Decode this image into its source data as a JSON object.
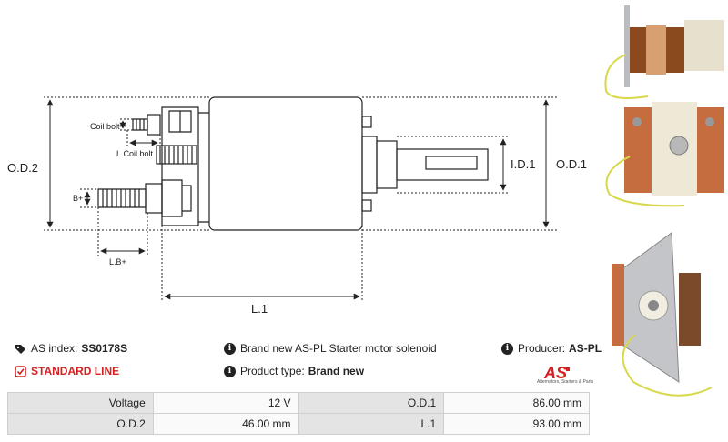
{
  "drawing": {
    "labels": {
      "od2": "O.D.2",
      "od1": "O.D.1",
      "id1": "I.D.1",
      "l1": "L.1",
      "coil_bolt": "Coil bolt",
      "l_coil_bolt": "L.Coil bolt",
      "b_plus": "B+",
      "l_b_plus": "L.B+"
    }
  },
  "info": {
    "as_index_label": "AS index:",
    "as_index_value": "SS0178S",
    "standard_line": "STANDARD LINE",
    "description": "Brand new AS-PL Starter motor solenoid",
    "product_type_label": "Product type:",
    "product_type_value": "Brand new",
    "producer_label": "Producer:",
    "producer_value": "AS-PL",
    "logo_text": "AS",
    "logo_tagline": "Alternators, Starters & Parts"
  },
  "specs": [
    {
      "label1": "Voltage",
      "value1": "12 V",
      "label2": "O.D.1",
      "value2": "86.00 mm"
    },
    {
      "label1": "O.D.2",
      "value1": "46.00 mm",
      "label2": "L.1",
      "value2": "93.00 mm"
    }
  ],
  "colors": {
    "accent_red": "#d42020",
    "drawing_line": "#222222",
    "table_label_bg": "#e4e4e4"
  }
}
